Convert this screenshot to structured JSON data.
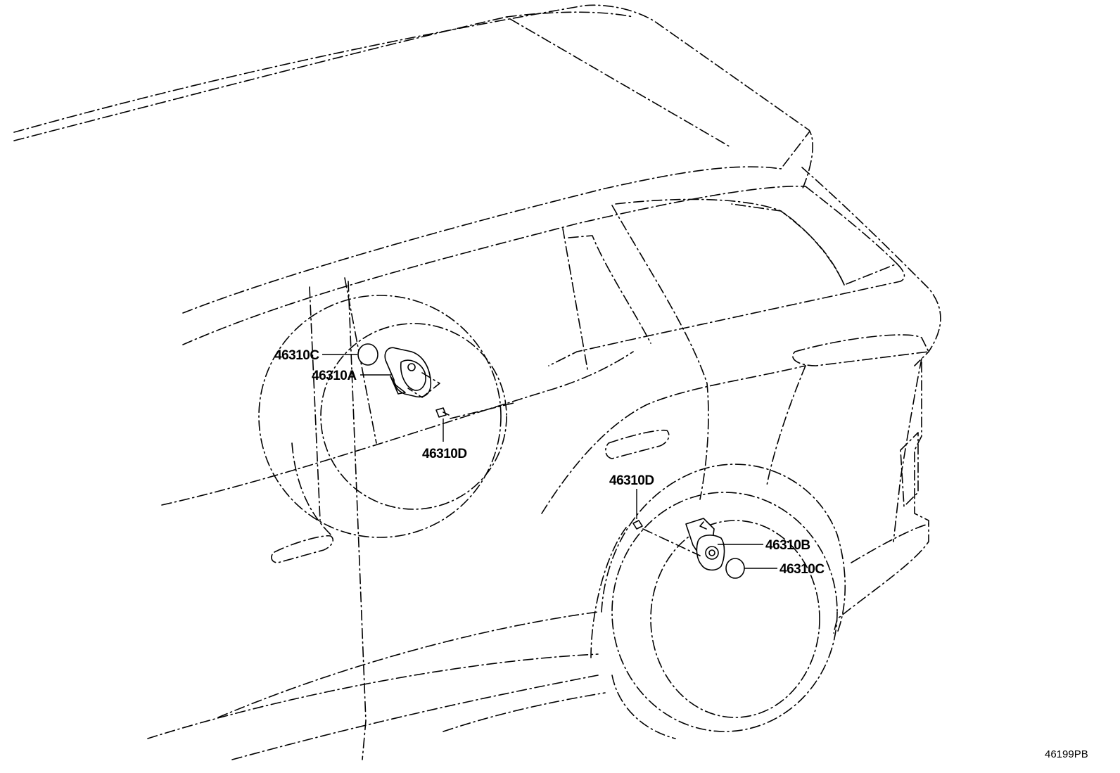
{
  "labels": {
    "front_gasket": "46310C",
    "front_actuator": "46310A",
    "front_screw": "46310D",
    "rear_screw": "46310D",
    "rear_actuator": "46310B",
    "rear_gasket": "46310C"
  },
  "reference_code": "46199PB"
}
